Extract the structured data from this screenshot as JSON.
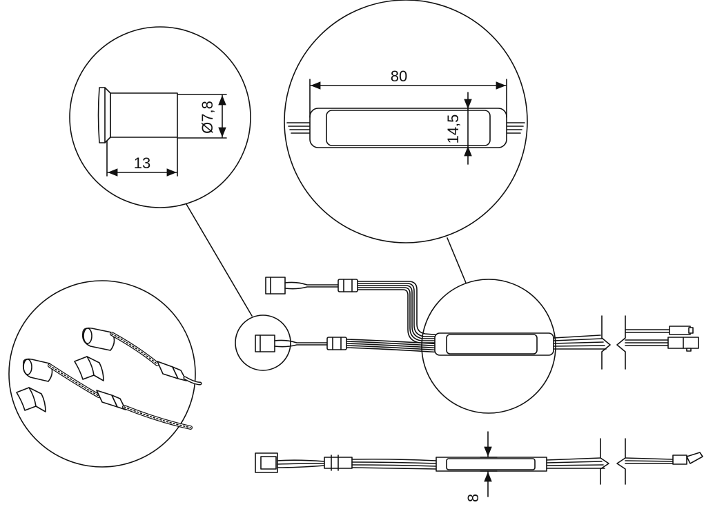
{
  "dimensions": {
    "sensor_length": "13",
    "sensor_diameter": "Ø7,8",
    "module_length": "80",
    "module_height": "14,5",
    "module_thickness": "8"
  },
  "colors": {
    "line": "#111111",
    "background": "#ffffff",
    "cable_fill": "#ffffff"
  }
}
